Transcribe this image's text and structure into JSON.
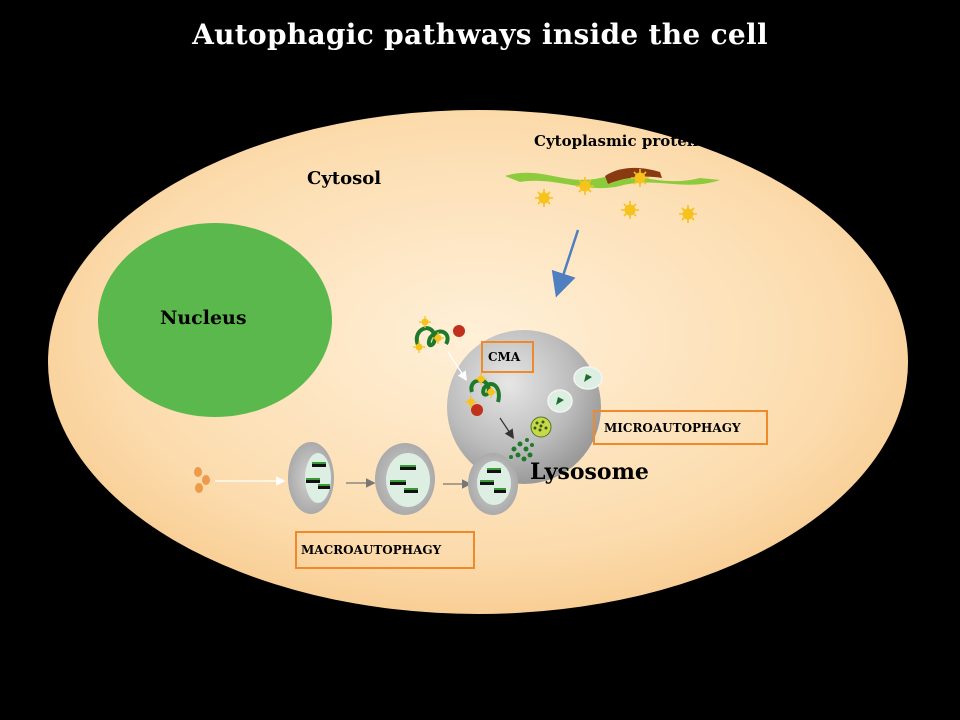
{
  "title": "Autophagic pathways inside the cell",
  "labels": {
    "cytosol": "Cytosol",
    "cytoplasmic_protein": "Cytoplasmic protein",
    "nucleus": "Nucleus",
    "cma": "CMA",
    "microautophagy": "MICROAUTOPHAGY",
    "lysosome": "Lysosome",
    "macroautophagy": "MACROAUTOPHAGY"
  },
  "colors": {
    "background": "#000000",
    "cell_center": "#fde8c8",
    "cell_edge": "#f8cf96",
    "nucleus": "#5ab84c",
    "lysosome": "#b9b9b9",
    "label_box": "#ee8a2c",
    "protein_green": "#8ccc3c",
    "protein_brown": "#8a3a10",
    "sun": "#f6c21c",
    "arrow_blue": "#4f7fc0"
  }
}
